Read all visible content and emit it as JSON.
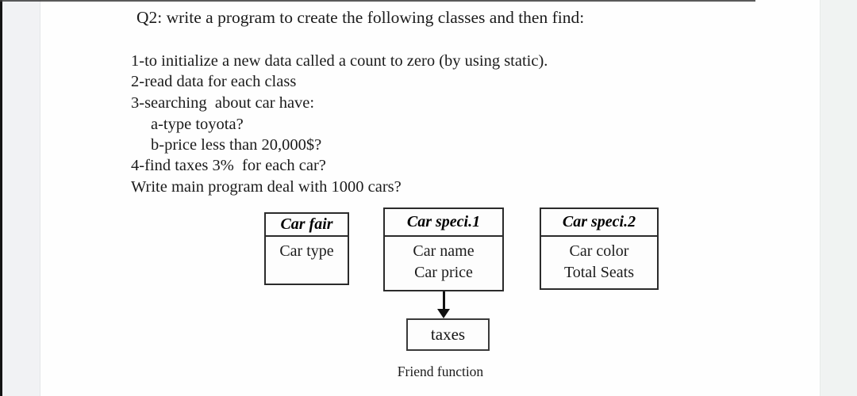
{
  "document": {
    "title": "Q2: write a program to create the following classes and then find:",
    "lines": [
      "1-to initialize a new data called a count to zero (by using static).",
      "2-read data for each class",
      "3-searching  about car have:",
      "a-type toyota?",
      "b-price less than 20,000$?",
      "4-find taxes 3%  for each car?",
      "Write main program deal with 1000 cars?"
    ]
  },
  "diagram": {
    "class_boxes": [
      {
        "title": "Car fair",
        "members": [
          "Car type"
        ]
      },
      {
        "title": "Car speci.1",
        "members": [
          "Car name",
          "Car price"
        ]
      },
      {
        "title": "Car speci.2",
        "members": [
          "Car color",
          "Total Seats"
        ]
      }
    ],
    "result_box": {
      "label": "taxes"
    },
    "caption": "Friend function"
  },
  "colors": {
    "page_background": "#ffffff",
    "scan_margin": "#f1f2f4",
    "text": "#1b1b1b",
    "box_border": "#2b2b2b"
  }
}
